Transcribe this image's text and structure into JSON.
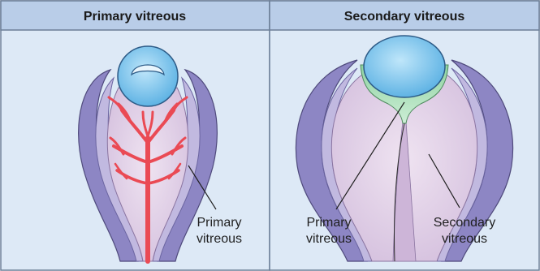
{
  "panels": [
    {
      "title": "Primary vitreous",
      "labels": {
        "primary_line1": "Primary",
        "primary_line2": "vitreous"
      }
    },
    {
      "title": "Secondary vitreous",
      "labels": {
        "primary_line1": "Primary",
        "primary_line2": "vitreous",
        "secondary_line1": "Secondary",
        "secondary_line2": "vitreous"
      }
    }
  ],
  "colors": {
    "header_bg": "#b9cde8",
    "panel_bg": "#dde9f6",
    "border": "#6c7f97",
    "optic_cup_outer": "#8d86c4",
    "optic_cup_inner": "#c1b9e0",
    "vitreous_fill": "#ddc9e4",
    "lens": "#72bee9",
    "hyaloid_vessels": "#ea4a54",
    "tertiary_green": "#a8ddb5"
  }
}
